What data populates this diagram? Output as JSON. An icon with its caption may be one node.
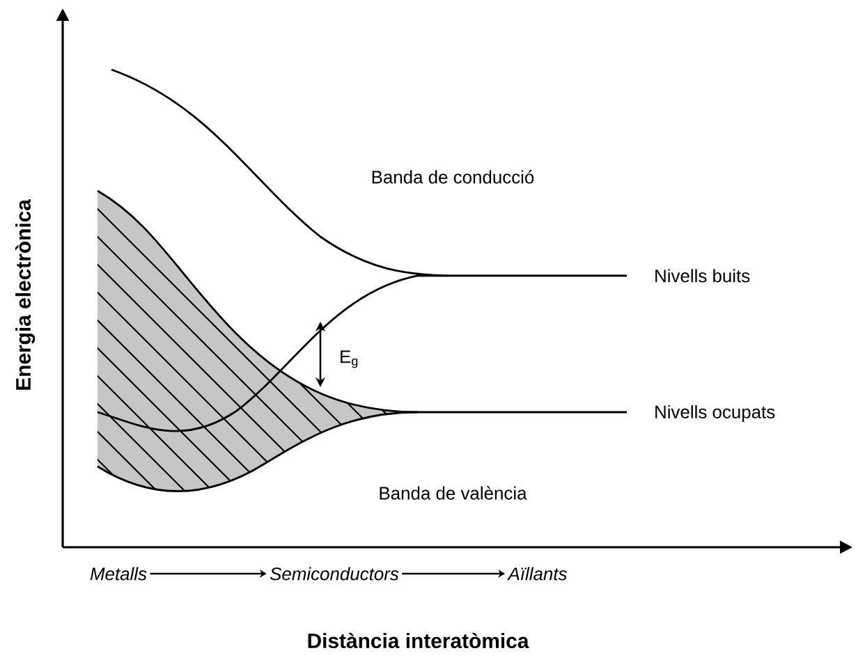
{
  "diagram": {
    "nodes": [
      {
        "text": [
          "Metalls"
        ]
      },
      {
        "text": [
          "Semiconductors"
        ]
      },
      {
        "text": [
          "Aïllants"
        ]
      }
    ],
    "edges": [
      {
        "from": 0,
        "to": 1,
        "arrow": "to"
      },
      {
        "from": 1,
        "to": 2,
        "arrow": "to"
      }
    ],
    "labels": [
      "Energia electrònica",
      "Banda de conducció",
      "Nivells buits",
      "E$_{g}$",
      "Nivells ocupats",
      "Banda de valència",
      "Distància interatòmica"
    ]
  }
}
